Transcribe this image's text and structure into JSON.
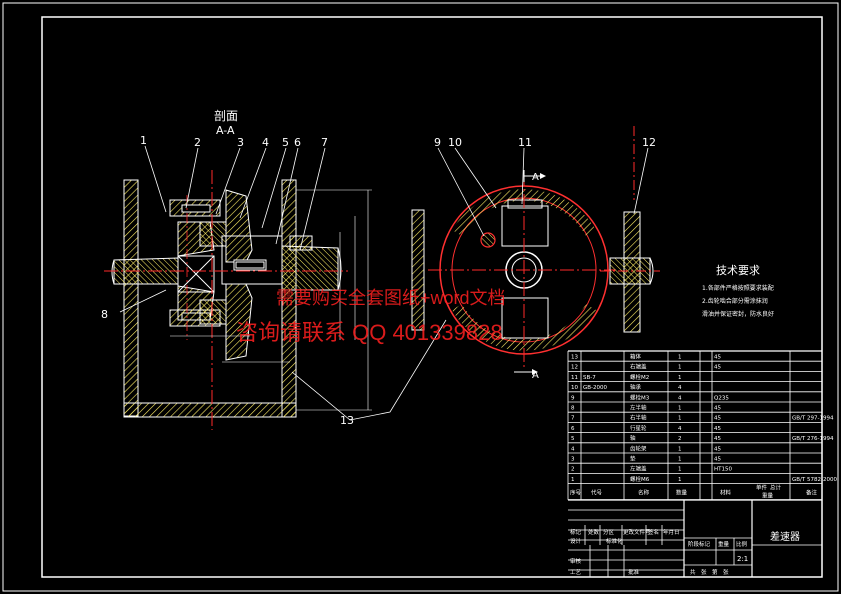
{
  "colors": {
    "background": "#000000",
    "frame": "#ffffff",
    "part_fill": "#e0c870",
    "hatch": "#ffee66",
    "centerline": "#ff2a2a",
    "outline": "#ffffff",
    "leader": "#ffffff",
    "watermark": "#ff2020",
    "circle": "#ff3030"
  },
  "section": {
    "title": "剖面",
    "subtitle": "A-A"
  },
  "balloons": [
    "1",
    "2",
    "3",
    "4",
    "5",
    "6",
    "7",
    "8",
    "9",
    "10",
    "11",
    "12",
    "13"
  ],
  "section_marks": {
    "a_top": "A",
    "a_bottom": "A"
  },
  "tech": {
    "title": "技术要求",
    "line1": "1.各部件严格按照要求装配",
    "line2": "2.齿轮啮合部分需涂抹润",
    "line3": "滑油并保证密封，防水良好"
  },
  "watermark": {
    "line1": "需要购买全套图纸+word文档",
    "line2": "咨询请联系 QQ 401339828"
  },
  "bom": {
    "rows": [
      {
        "no": "13",
        "code": "",
        "name": "箱体",
        "qty": "1",
        "mat": "45",
        "note": ""
      },
      {
        "no": "12",
        "code": "",
        "name": "右端盖",
        "qty": "1",
        "mat": "45",
        "note": ""
      },
      {
        "no": "11",
        "code": "SB-7",
        "name": "螺栓M2",
        "qty": "1",
        "mat": "",
        "note": ""
      },
      {
        "no": "10",
        "code": "GB-2000",
        "name": "轴承",
        "qty": "4",
        "mat": "",
        "note": ""
      },
      {
        "no": "9",
        "code": "",
        "name": "螺栓M3",
        "qty": "4",
        "mat": "Q235",
        "note": ""
      },
      {
        "no": "8",
        "code": "",
        "name": "左半轴",
        "qty": "1",
        "mat": "45",
        "note": ""
      },
      {
        "no": "7",
        "code": "",
        "name": "右半轴",
        "qty": "1",
        "mat": "45",
        "note": "GB/T 297-1994"
      },
      {
        "no": "6",
        "code": "",
        "name": "行星轮",
        "qty": "4",
        "mat": "45",
        "note": ""
      },
      {
        "no": "5",
        "code": "",
        "name": "轴",
        "qty": "2",
        "mat": "45",
        "note": "GB/T 276-1994"
      },
      {
        "no": "4",
        "code": "",
        "name": "齿轮架",
        "qty": "1",
        "mat": "45",
        "note": ""
      },
      {
        "no": "3",
        "code": "",
        "name": "垫",
        "qty": "1",
        "mat": "45",
        "note": ""
      },
      {
        "no": "2",
        "code": "",
        "name": "左端盖",
        "qty": "1",
        "mat": "HT150",
        "note": ""
      },
      {
        "no": "1",
        "code": "",
        "name": "螺栓M6",
        "qty": "1",
        "mat": "",
        "note": "GB/T 5782-2000"
      }
    ],
    "header": {
      "no": "序号",
      "code": "代号",
      "name": "名称",
      "qty": "数量",
      "mat": "材料",
      "note": "备注",
      "single": "单件",
      "total": "总计",
      "weight": "重量"
    }
  },
  "titleblock": {
    "drawing_name": "差速器",
    "scale": "2:1",
    "scale_label": "比例",
    "weight_label": "重量",
    "stage_label": "阶段标记",
    "sheets": "共　张　第　张",
    "mark_label": "标记",
    "count_label": "处数",
    "zone_label": "分区",
    "change_label": "更改文件号",
    "sign_label": "签名",
    "date_label": "年月日",
    "design_label": "设计",
    "std_label": "标准化",
    "review_label": "审核",
    "process_label": "工艺",
    "approve_label": "批准"
  }
}
